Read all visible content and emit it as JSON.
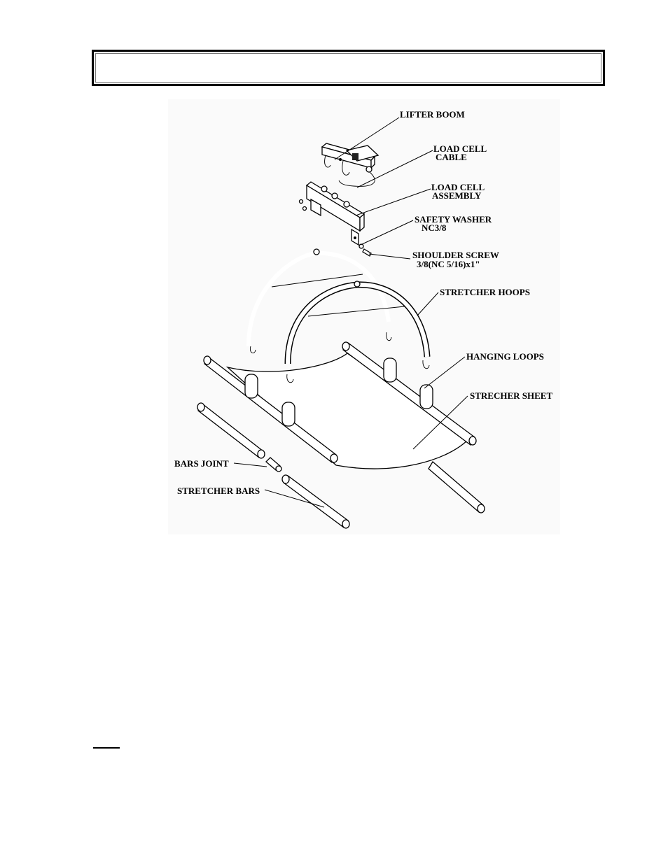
{
  "labels": {
    "lifter_boom": "LIFTER BOOM",
    "load_cell_cable_1": "LOAD CELL",
    "load_cell_cable_2": "CABLE",
    "load_cell_assembly_1": "LOAD CELL",
    "load_cell_assembly_2": "ASSEMBLY",
    "safety_washer_1": "SAFETY WASHER",
    "safety_washer_2": "NC3/8",
    "shoulder_screw_1": "SHOULDER SCREW",
    "shoulder_screw_2": "3/8(NC 5/16)x1\"",
    "stretcher_hoops": "STRETCHER HOOPS",
    "hanging_loops": "HANGING LOOPS",
    "strecher_sheet": "STRECHER SHEET",
    "bars_joint": "BARS JOINT",
    "stretcher_bars": "STRETCHER BARS"
  }
}
